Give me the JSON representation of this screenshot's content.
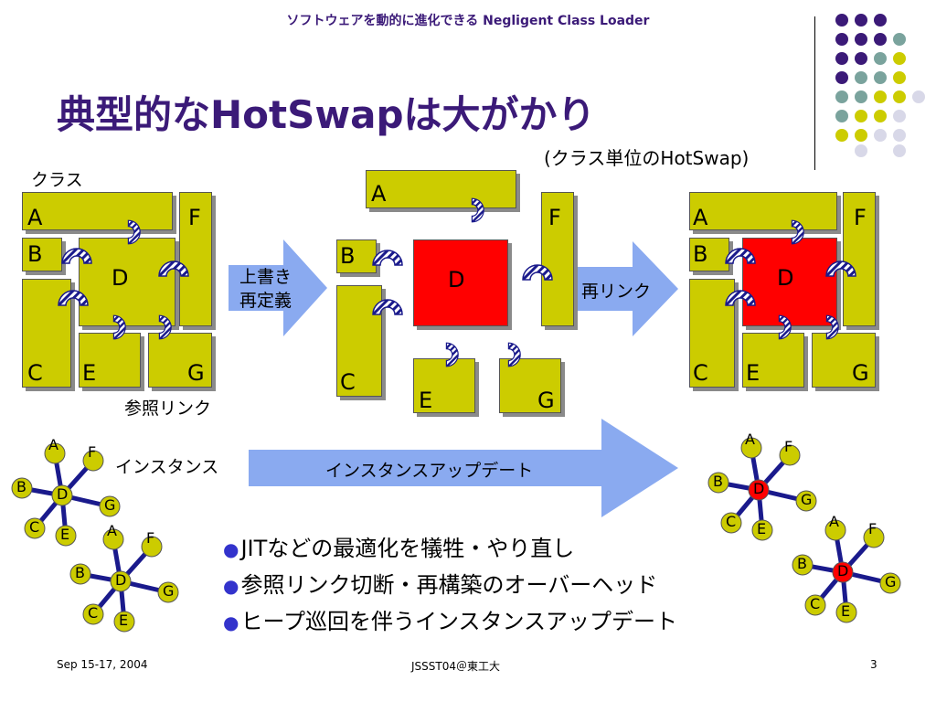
{
  "header": "ソフトウェアを動的に進化できる Negligent Class Loader",
  "title": "典型的なHotSwapは大がかり",
  "subtitle": "(クラス単位のHotSwap)",
  "colors": {
    "accent_dark": "#3b1a78",
    "class_block": "#cccc00",
    "replaced_block": "#ff0000",
    "arrow": "#8aaaf0",
    "link": "#1a1a8c"
  },
  "labels": {
    "class": "クラス",
    "overwrite_redefine": [
      "上書き",
      "再定義"
    ],
    "relink": "再リンク",
    "ref_link": "参照リンク",
    "instance": "インスタンス",
    "instance_update": "インスタンスアップデート"
  },
  "block_letters": {
    "a": "A",
    "b": "B",
    "c": "C",
    "d": "D",
    "e": "E",
    "f": "F",
    "g": "G"
  },
  "bullets": [
    "JITなどの最適化を犠牲・やり直し",
    "参照リンク切断・再構築のオーバーヘッド",
    "ヒープ巡回を伴うインスタンスアップデート"
  ],
  "footer": {
    "date": "Sep 15-17, 2004",
    "center": "JSSST04＠東工大",
    "page": "3"
  }
}
